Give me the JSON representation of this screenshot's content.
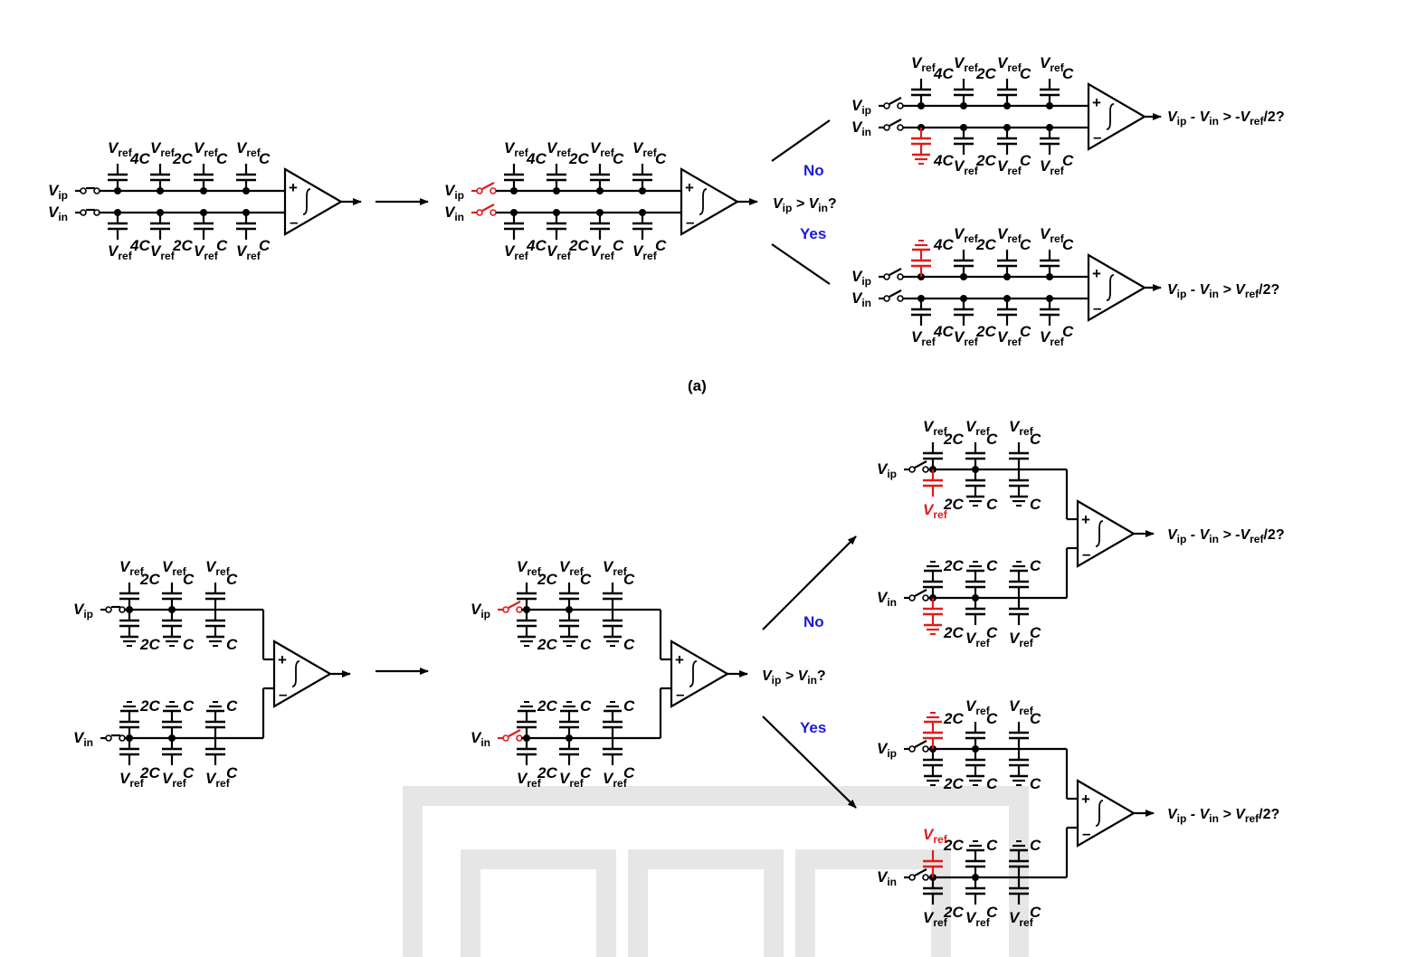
{
  "labels": {
    "vref": "V",
    "vref_sub": "ref",
    "vip": "V",
    "vip_sub": "ip",
    "vin": "V",
    "vin_sub": "in",
    "cap_4c": "4C",
    "cap_2c": "2C",
    "cap_c": "C"
  },
  "panel_a": {
    "label": "(a)",
    "comparison": {
      "p1": "V",
      "s1": "ip",
      "mid": " > V",
      "s2": "in",
      "end": "?"
    },
    "no": "No",
    "yes": "Yes",
    "result_no": {
      "a": "V",
      "as": "ip",
      "b": " - V",
      "bs": "in",
      "c": " > -V",
      "cs": "ref",
      "d": "/2?"
    },
    "result_yes": {
      "a": "V",
      "as": "ip",
      "b": " - V",
      "bs": "in",
      "c": " > V",
      "cs": "ref",
      "d": "/2?"
    }
  },
  "panel_b": {
    "comparison": {
      "p1": "V",
      "s1": "ip",
      "mid": " > V",
      "s2": "in",
      "end": "?"
    },
    "no": "No",
    "yes": "Yes",
    "result_no": {
      "a": "V",
      "as": "ip",
      "b": " - V",
      "bs": "in",
      "c": " > -V",
      "cs": "ref",
      "d": "/2?"
    },
    "result_yes": {
      "a": "V",
      "as": "ip",
      "b": " - V",
      "bs": "in",
      "c": " > V",
      "cs": "ref",
      "d": "/2?"
    }
  },
  "colors": {
    "line": "#000000",
    "highlight": "#e01b1b",
    "decision": "#1a1ad6",
    "watermark": "#e6e6e6"
  }
}
